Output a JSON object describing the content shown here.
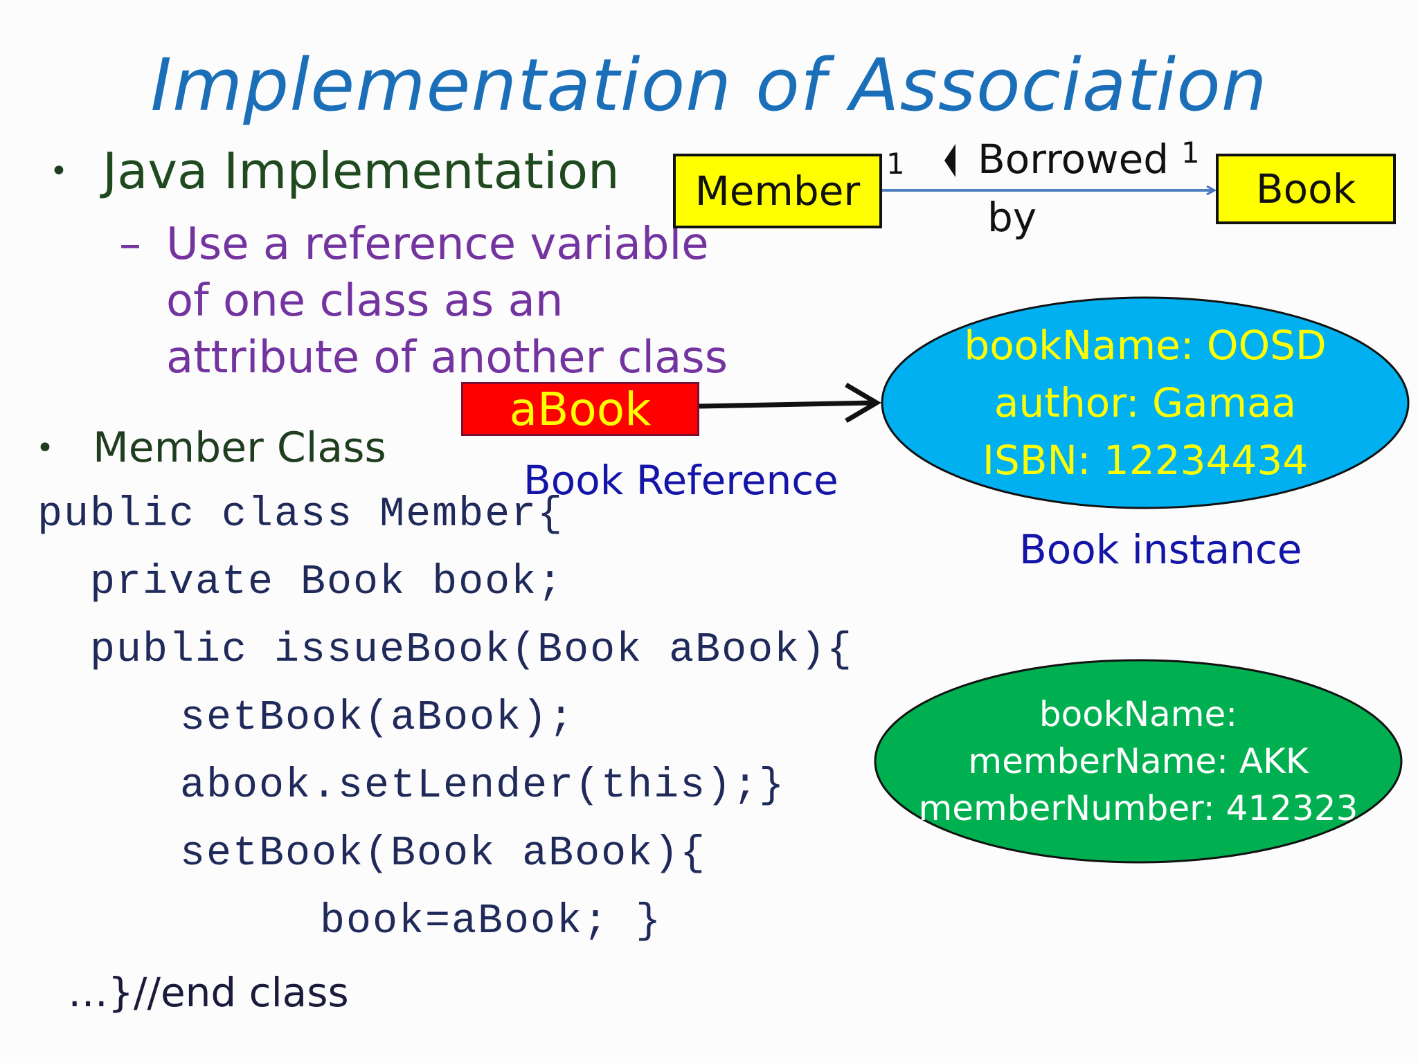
{
  "title": "Implementation of Association",
  "bullets": {
    "java": "Java Implementation",
    "sub": [
      "Use a reference variable",
      "of one class as an",
      "attribute of another class"
    ],
    "member_class": "Member Class",
    "bullet_glyph": "•",
    "dash_glyph": "–"
  },
  "code": [
    "public class Member{",
    "private Book book;",
    "public issueBook(Book aBook){",
    "setBook(aBook);",
    "abook.setLender(this);}",
    "setBook(Book aBook){",
    "book=aBook;   }"
  ],
  "end_class": "…}//end class",
  "uml": {
    "left_class": "Member",
    "right_class": "Book",
    "left_multiplicity": "1",
    "right_multiplicity": "1",
    "association_line1": "Borrowed",
    "association_line2": "by"
  },
  "reference": {
    "variable": "aBook",
    "label": "Book Reference"
  },
  "book_instance": {
    "lines": [
      "bookName: OOSD",
      "author: Gamaa",
      "ISBN: 12234434"
    ],
    "label": "Book instance",
    "fill": "#00b0f0",
    "text_color": "#ffff00"
  },
  "member_instance": {
    "lines": [
      "bookName:",
      "memberName: AKK",
      "memberNumber: 412323"
    ],
    "fill": "#00b050",
    "text_color": "#ffffff"
  }
}
